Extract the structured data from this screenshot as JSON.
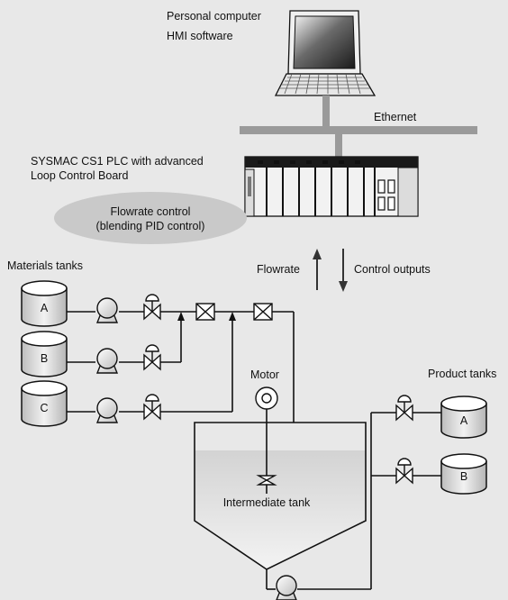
{
  "pc": {
    "line1": "Personal computer",
    "line2": "HMI software"
  },
  "network": {
    "label": "Ethernet"
  },
  "plc": {
    "line1": "SYSMAC CS1 PLC with advanced",
    "line2": "Loop Control Board"
  },
  "control": {
    "line1": "Flowrate control",
    "line2": "(blending PID control)"
  },
  "signals": {
    "up": "Flowrate",
    "down": "Control outputs"
  },
  "materials": {
    "title": "Materials tanks",
    "tanks": [
      "A",
      "B",
      "C"
    ]
  },
  "motor": {
    "label": "Motor"
  },
  "intermediate": {
    "label": "Intermediate tank"
  },
  "products": {
    "title": "Product tanks",
    "tanks": [
      "A",
      "B"
    ]
  },
  "colors": {
    "background": "#e8e8e8",
    "line": "#111111",
    "ellipse": "#c9c9c9",
    "plc_dark": "#1a1a1a"
  }
}
